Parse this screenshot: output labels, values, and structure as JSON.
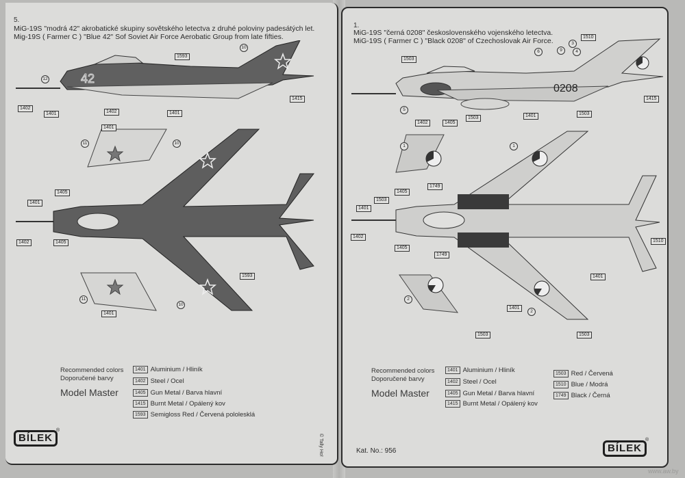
{
  "left_page": {
    "scheme_number": "5.",
    "title_cz": "MiG-19S \"modrá 42\" akrobatické skupiny sovětského letectva z druhé poloviny padesátých let.",
    "title_en": "Mig-19S ( Farmer C ) \"Blue 42\" Sof Soviet Air Force Aerobatic Group from late fifties.",
    "side_view": {
      "nose_number": "42",
      "callouts": {
        "c1": "1593",
        "c2": "1402",
        "c3": "1401",
        "c4": "1402",
        "c5": "1401",
        "c6": "1415"
      },
      "decal_markers": {
        "m1": "12",
        "m2": "10"
      }
    },
    "top_view": {
      "callouts": {
        "c1": "1401",
        "c2": "1405",
        "c3": "1401",
        "c4": "1402",
        "c5": "1405",
        "c6": "1593",
        "c7": "1401"
      },
      "decal_markers": {
        "m1": "11",
        "m2": "10",
        "m3": "11",
        "m4": "10"
      }
    },
    "legend": {
      "heading_en": "Recommended colors",
      "heading_cz": "Doporučené barvy",
      "brand": "Model Master",
      "colors": [
        {
          "code": "1401",
          "name": "Aluminium / Hliník"
        },
        {
          "code": "1402",
          "name": "Steel / Ocel"
        },
        {
          "code": "1405",
          "name": "Gun Metal / Barva hlavní"
        },
        {
          "code": "1415",
          "name": "Burnt Metal / Opálený kov"
        },
        {
          "code": "1593",
          "name": "Semigloss Red / Červená pololesklá"
        }
      ]
    },
    "logo": "BÍLEK",
    "logo_mark": "®",
    "copyright": "© Tally Ho!"
  },
  "right_page": {
    "scheme_number": "1.",
    "title_cz": "MiG-19S \"černá 0208\" československého vojenského letectva.",
    "title_en": "MiG-19S ( Farmer C ) \"Black 0208\" of Czechoslovak Air Force.",
    "side_view": {
      "fuselage_number": "0208",
      "callouts": {
        "c1": "1510",
        "c2": "1503",
        "c3": "1415",
        "c4": "1402",
        "c5": "1405",
        "c6": "1401"
      },
      "decal_markers": {
        "m1": "6",
        "m2": "9",
        "m3": "3",
        "m4": "4",
        "m5": "5"
      }
    },
    "top_view": {
      "callouts": {
        "c1": "1503",
        "c2": "1503",
        "c3": "1749",
        "c4": "1405",
        "c5": "1503",
        "c6": "1401",
        "c7": "1402",
        "c8": "1405",
        "c9": "1749",
        "c10": "1510",
        "c11": "1401",
        "c12": "1401",
        "c13": "1503",
        "c14": "1503"
      },
      "decal_markers": {
        "m1": "1",
        "m2": "1",
        "m3": "2",
        "m4": "2"
      }
    },
    "legend": {
      "heading_en": "Recommended colors",
      "heading_cz": "Doporučené barvy",
      "brand": "Model Master",
      "colors_col1": [
        {
          "code": "1401",
          "name": "Aluminium / Hliník"
        },
        {
          "code": "1402",
          "name": "Steel / Ocel"
        },
        {
          "code": "1405",
          "name": "Gun Metal / Barva hlavní"
        },
        {
          "code": "1415",
          "name": "Burnt Metal / Opálený kov"
        }
      ],
      "colors_col2": [
        {
          "code": "1503",
          "name": "Red / Červená"
        },
        {
          "code": "1510",
          "name": "Blue / Modrá"
        },
        {
          "code": "1749",
          "name": "Black / Černá"
        }
      ]
    },
    "catalog_number": "Kat. No.: 956",
    "logo": "BÍLEK",
    "logo_mark": "®"
  },
  "watermark": "www.aw.by"
}
